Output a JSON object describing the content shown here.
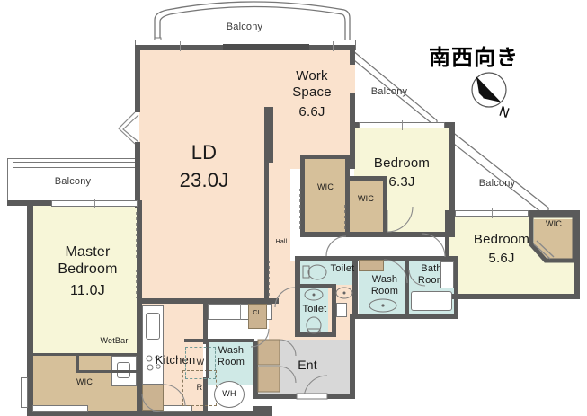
{
  "meta": {
    "direction_label": "南西向き",
    "compass_letter": "N"
  },
  "rooms": [
    {
      "key": "ld",
      "name": "LD",
      "area": "23.0J"
    },
    {
      "key": "work_space",
      "name": "Work\nSpace",
      "area": "6.6J"
    },
    {
      "key": "master_bedroom",
      "name": "Master\nBedroom",
      "area": "11.0J"
    },
    {
      "key": "bedroom_63",
      "name": "Bedroom",
      "area": "6.3J"
    },
    {
      "key": "bedroom_56",
      "name": "Bedroom",
      "area": "5.6J"
    }
  ],
  "labels": {
    "ld_name": "LD",
    "ld_area": "23.0J",
    "work_name": "Work\nSpace",
    "work_area": "6.6J",
    "master_name": "Master\nBedroom",
    "master_area": "11.0J",
    "bed63_name": "Bedroom",
    "bed63_area": "6.3J",
    "bed56_name": "Bedroom",
    "bed56_area": "5.6J",
    "balcony_top": "Balcony",
    "balcony_left": "Balcony",
    "balcony_mid": "Balcony",
    "balcony_right": "Balcony",
    "wic_work": "WIC",
    "wic_small": "WIC",
    "wic_master": "WIC",
    "wic_right": "WIC",
    "kitchen": "Kitchen",
    "wetbar": "WetBar",
    "wash_room_kitchen": "Wash\nRoom",
    "wash_room_main": "Wash\nRoom",
    "bath_room": "Bath\nRoom",
    "toilet_upper": "Toilet",
    "toilet_lower": "Toilet",
    "ent": "Ent",
    "hall": "Hall",
    "cl": "CL",
    "washer_kitchen": "W",
    "water_heater": "WH",
    "refrigerator": "R"
  },
  "colors": {
    "living_fill": "#fae2cd",
    "bedroom_fill": "#f7f6d8",
    "closet_fill": "#d6c09a",
    "wet_fill": "#cfe9e6",
    "entry_fill": "#d8d8d8",
    "wall": "#5a5a5a",
    "text": "#1a1a1a"
  }
}
